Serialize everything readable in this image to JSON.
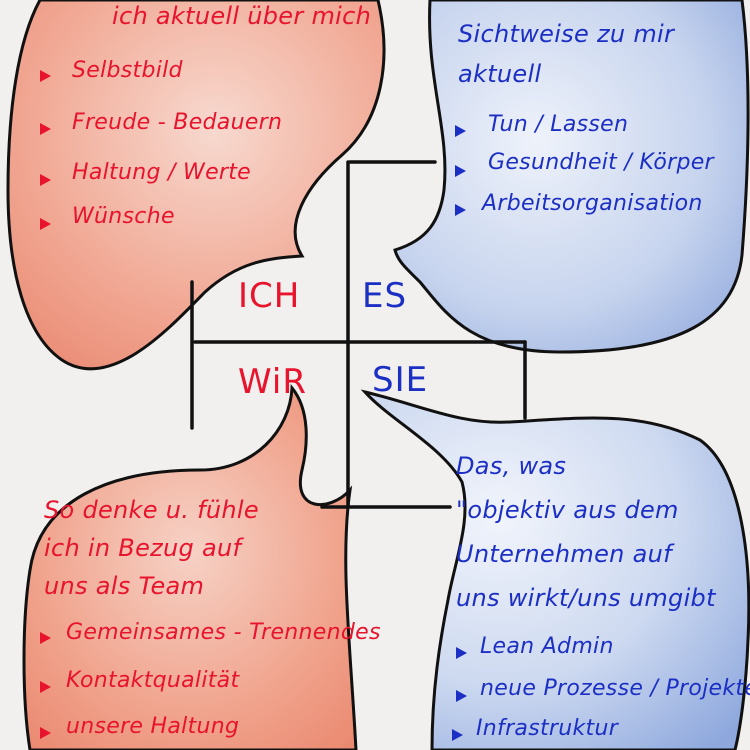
{
  "quadrants": {
    "ich": {
      "heading_lines": [
        "ich aktuell über mich"
      ],
      "items": [
        "Selbstbild",
        "Freude - Bedauern",
        "Haltung / Werte",
        "Wünsche"
      ],
      "color": "#e8132c"
    },
    "es": {
      "heading_lines": [
        "Sichtweise zu mir",
        "aktuell"
      ],
      "items": [
        "Tun / Lassen",
        "Gesundheit / Körper",
        "Arbeitsorganisation"
      ],
      "color": "#1c2fc4"
    },
    "wir": {
      "heading_lines": [
        "So denke u. fühle",
        "ich in Bezug auf",
        "uns als Team"
      ],
      "items": [
        "Gemeinsames - Trennendes",
        "Kontaktqualität",
        "unsere Haltung"
      ],
      "color": "#e8132c"
    },
    "sie": {
      "heading_lines": [
        "Das, was",
        "\"objektiv aus dem",
        "Unternehmen auf",
        "uns wirkt/uns umgibt"
      ],
      "items": [
        "Lean Admin",
        "neue Prozesse / Projekte",
        "Infrastruktur"
      ],
      "color": "#1c2fc4"
    }
  },
  "center": {
    "ich_label": "ICH",
    "es_label": "ES",
    "wir_label": "WiR",
    "sie_label": "SIE"
  }
}
